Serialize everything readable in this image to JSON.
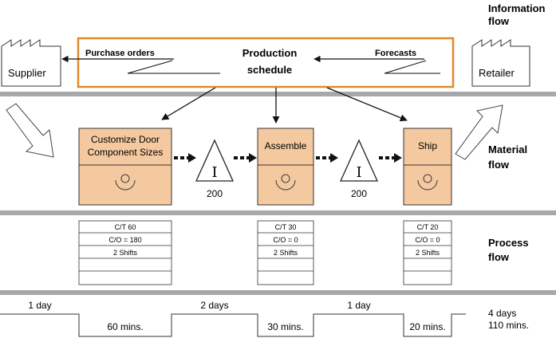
{
  "side_labels": {
    "information_flow": [
      "Information",
      "flow"
    ],
    "material_flow": [
      "Material",
      "flow"
    ],
    "process_flow": [
      "Process",
      "flow"
    ]
  },
  "supplier": "Supplier",
  "retailer": "Retailer",
  "production_schedule": [
    "Production",
    "schedule"
  ],
  "purchase_orders": "Purchase orders",
  "forecasts": "Forecasts",
  "processes": [
    {
      "name": [
        "Customize Door",
        "Component Sizes"
      ],
      "data": [
        "C/T 60",
        "C/O = 180",
        "2 Shifts",
        "",
        ""
      ]
    },
    {
      "name": [
        "Assemble"
      ],
      "data": [
        "C/T 30",
        "C/O = 0",
        "2 Shifts",
        "",
        ""
      ]
    },
    {
      "name": [
        "Ship"
      ],
      "data": [
        "C/T 20",
        "C/O = 0",
        "2 Shifts",
        "",
        ""
      ]
    }
  ],
  "inventory": [
    {
      "symbol": "I",
      "quantity": "200"
    },
    {
      "symbol": "I",
      "quantity": "200"
    }
  ],
  "timeline": {
    "waits": [
      "1 day",
      "2 days",
      "1 day"
    ],
    "process_times": [
      "60 mins.",
      "30 mins.",
      "20 mins."
    ],
    "total_lead": "4 days",
    "total_process": "110 mins."
  },
  "colors": {
    "process_fill": "#f5c9a0",
    "schedule_border": "#e0892a",
    "band": "#a6a9ab"
  }
}
